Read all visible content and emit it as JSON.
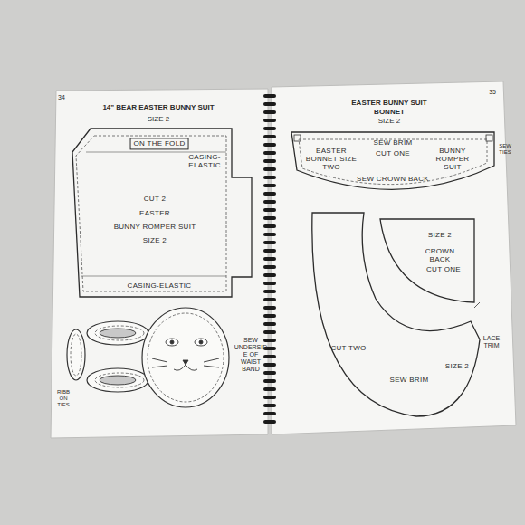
{
  "diagram": {
    "title": "14\" BEAR EASTER BUNNY SUIT",
    "nodes": [
      {
        "text": [
          "ON THE FOLD",
          "CASING-ELASTIC",
          "CUT 2",
          "EASTER",
          "BUNNY ROMPER SUIT",
          "SIZE 2",
          "CASING-ELASTIC"
        ]
      },
      {
        "text": [
          "SEW BRIM",
          "CUT ONE",
          "EASTER BONNET SIZE TWO",
          "BUNNY ROMPER SUIT",
          "SEW CROWN BACK"
        ]
      },
      {
        "text": [
          "SIZE 2",
          "CROWN BACK",
          "CUT ONE"
        ]
      },
      {
        "text": [
          "CUT TWO",
          "SEW BRIM",
          "SIZE 2"
        ]
      }
    ],
    "labels": [
      "34",
      "SIZE 2",
      "35",
      "EASTER BUNNY SUIT",
      "BONNET",
      "SIZE 2",
      "SEW TIES",
      "SEW UNDERSIDE OF WAIST BAND",
      "RIBBON TIES",
      "LACE TRIM"
    ]
  }
}
